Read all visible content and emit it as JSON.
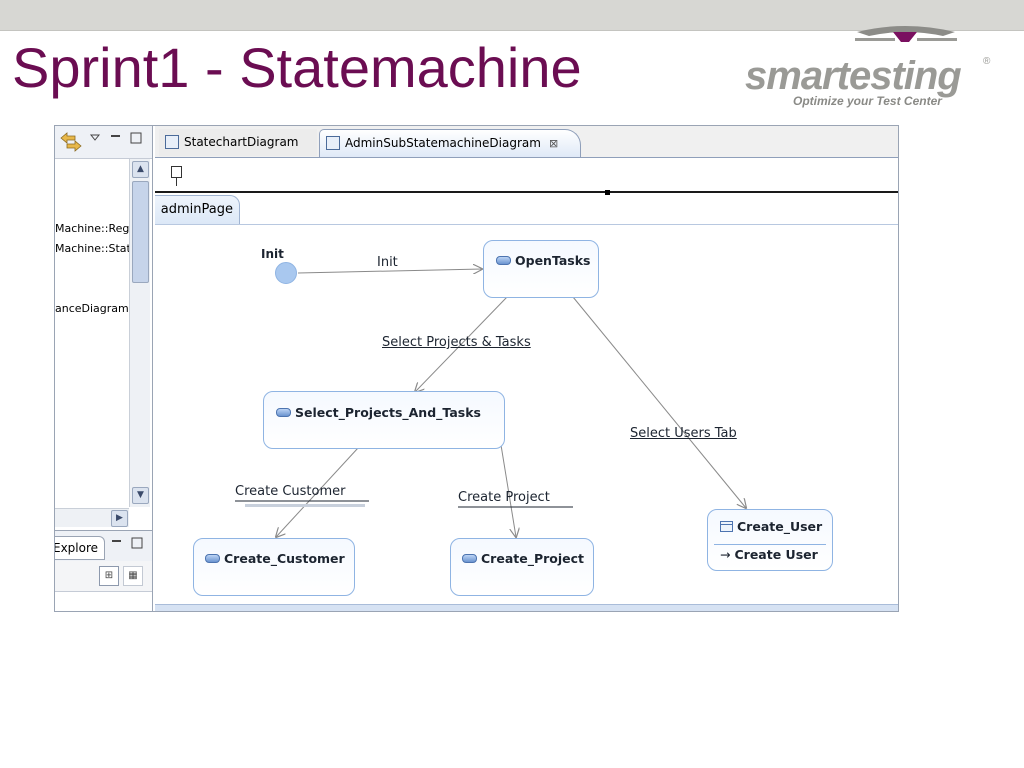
{
  "slide": {
    "title": "Sprint1 - Statemachine"
  },
  "logo": {
    "name": "smartesting",
    "tagline": "Optimize your Test Center"
  },
  "left_panel": {
    "items": [
      "Machine::Regi",
      "Machine::Stat",
      "anceDiagram"
    ],
    "outline_tab": "Explore"
  },
  "editor": {
    "tabs": [
      {
        "label": "StatechartDiagram",
        "active": false
      },
      {
        "label": "AdminSubStatemachineDiagram",
        "active": true
      }
    ],
    "close_glyph": "⊠",
    "sub_tab": "adminPage"
  },
  "diagram": {
    "initial_label": "Init",
    "states": {
      "open_tasks": "OpenTasks",
      "select_projects": "Select_Projects_And_Tasks",
      "create_customer": "Create_Customer",
      "create_project": "Create_Project",
      "create_user": "Create_User",
      "create_user_action": "Create User"
    },
    "transitions": {
      "init": "Init",
      "select_projects_tasks": "Select Projects & Tasks",
      "select_users_tab": "Select Users Tab",
      "create_customer": "Create Customer",
      "create_project": "Create Project"
    }
  },
  "colors": {
    "title": "#6b0d52",
    "state_border": "#8fb4e3",
    "logo_magenta": "#7a1060"
  }
}
